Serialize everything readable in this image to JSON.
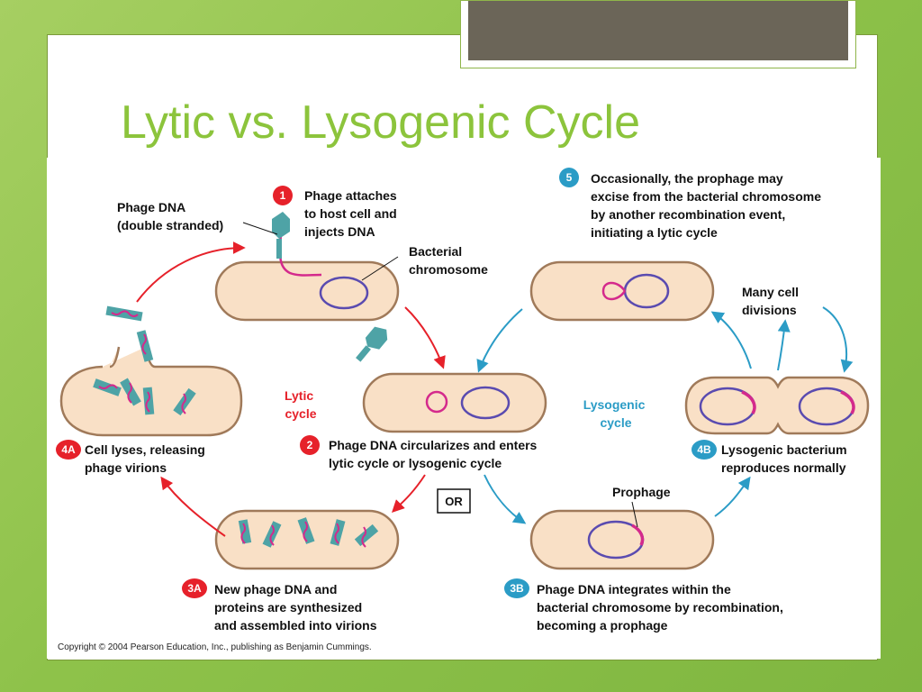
{
  "slide": {
    "title": "Lytic vs. Lysogenic Cycle"
  },
  "diagram": {
    "step1": {
      "badge": "1",
      "lines": [
        "Phage attaches",
        "to host cell and",
        "injects DNA"
      ]
    },
    "phage_dna_label": [
      "Phage DNA",
      "(double stranded)"
    ],
    "bacterial_chromosome_label": [
      "Bacterial",
      "chromosome"
    ],
    "step2": {
      "badge": "2",
      "lines": [
        "Phage DNA circularizes and enters",
        "lytic cycle or lysogenic cycle"
      ]
    },
    "step3a": {
      "badge": "3A",
      "lines": [
        "New phage DNA and",
        "proteins are synthesized",
        "and assembled into virions"
      ]
    },
    "step4a": {
      "badge": "4A",
      "lines": [
        "Cell lyses, releasing",
        "phage virions"
      ]
    },
    "step3b": {
      "badge": "3B",
      "lines": [
        "Phage DNA integrates within the",
        "bacterial chromosome by recombination,",
        "becoming a prophage"
      ]
    },
    "step4b": {
      "badge": "4B",
      "lines": [
        "Lysogenic bacterium",
        "reproduces normally"
      ]
    },
    "step5": {
      "badge": "5",
      "lines": [
        "Occasionally, the prophage may",
        "excise from the bacterial chromosome",
        "by another recombination event,",
        "initiating a lytic cycle"
      ]
    },
    "lytic_cycle_label": [
      "Lytic",
      "cycle"
    ],
    "lysogenic_cycle_label": [
      "Lysogenic",
      "cycle"
    ],
    "many_cell_divisions_label": [
      "Many cell",
      "divisions"
    ],
    "prophage_label": "Prophage",
    "or_label": "OR",
    "copyright": "Copyright © 2004 Pearson Education, Inc., publishing as Benjamin Cummings.",
    "colors": {
      "cell_fill": "#f9e0c6",
      "cell_stroke": "#a07a5a",
      "chromosome": "#5a4bb0",
      "phage_dna": "#d42a8c",
      "phage_body": "#4ea3a6",
      "lytic_arrow": "#e6212a",
      "lysogenic_arrow": "#2b9cc6"
    }
  }
}
